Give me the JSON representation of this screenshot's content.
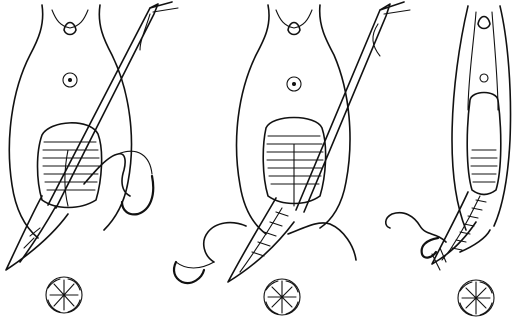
{
  "figure": {
    "background": "#ffffff",
    "ink": "#111111",
    "panels": [
      {
        "id": "step-1",
        "elements": [
          "labia",
          "urethral-orifice",
          "vaginal-opening",
          "torn-perineum",
          "needle-holder",
          "suture",
          "curved-needle",
          "perineal-inset"
        ]
      },
      {
        "id": "step-2",
        "elements": [
          "labia",
          "urethral-orifice",
          "vaginal-opening",
          "partially-sutured-perineum",
          "needle-holder",
          "suture",
          "curved-needle",
          "perineal-inset"
        ]
      },
      {
        "id": "step-3",
        "elements": [
          "labia",
          "urethral-orifice",
          "vaginal-opening",
          "sutured-perineum",
          "suture",
          "curved-needle",
          "perineal-inset"
        ]
      }
    ]
  }
}
